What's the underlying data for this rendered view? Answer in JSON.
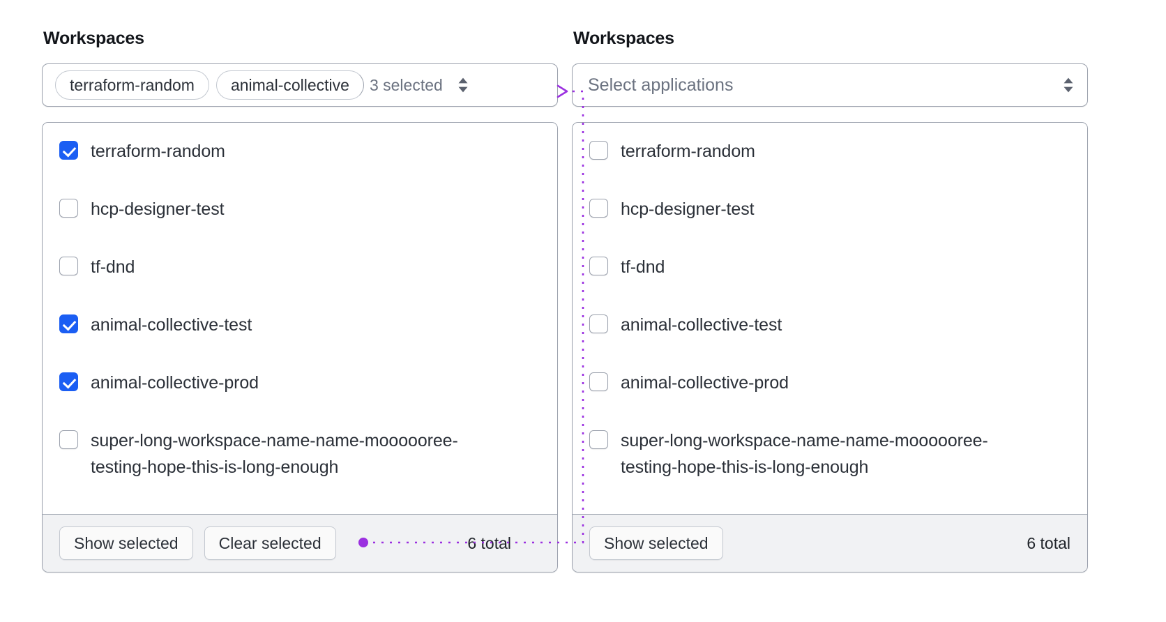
{
  "left_panel": {
    "label": "Workspaces",
    "control": {
      "chips": [
        "terraform-random",
        "animal-collective"
      ],
      "selected_count_text": "3 selected",
      "caret_icon": "caret-sort-icon"
    },
    "options": [
      {
        "label": "terraform-random",
        "checked": true
      },
      {
        "label": "hcp-designer-test",
        "checked": false
      },
      {
        "label": "tf-dnd",
        "checked": false
      },
      {
        "label": "animal-collective-test",
        "checked": true
      },
      {
        "label": "animal-collective-prod",
        "checked": true
      },
      {
        "label": "super-long-workspace-name-name-moooooree-testing-hope-this-is-long-enough",
        "checked": false
      }
    ],
    "footer": {
      "show_selected_label": "Show selected",
      "clear_selected_label": "Clear selected",
      "total_text": "6 total"
    }
  },
  "right_panel": {
    "label": "Workspaces",
    "control": {
      "placeholder": "Select applications",
      "caret_icon": "caret-sort-icon"
    },
    "options": [
      {
        "label": "terraform-random",
        "checked": false
      },
      {
        "label": "hcp-designer-test",
        "checked": false
      },
      {
        "label": "tf-dnd",
        "checked": false
      },
      {
        "label": "animal-collective-test",
        "checked": false
      },
      {
        "label": "animal-collective-prod",
        "checked": false
      },
      {
        "label": "super-long-workspace-name-name-moooooree-testing-hope-this-is-long-enough",
        "checked": false
      }
    ],
    "footer": {
      "show_selected_label": "Show selected",
      "total_text": "6 total"
    }
  },
  "annotation": {
    "color": "#9b30e0",
    "style": "dotted-connector-with-arrow"
  },
  "colors": {
    "checkbox_checked": "#1b5ef3",
    "border": "#9aa0ac",
    "footer_background": "#f1f2f4",
    "muted_text": "#6b7280",
    "annotation_purple": "#9b30e0"
  }
}
